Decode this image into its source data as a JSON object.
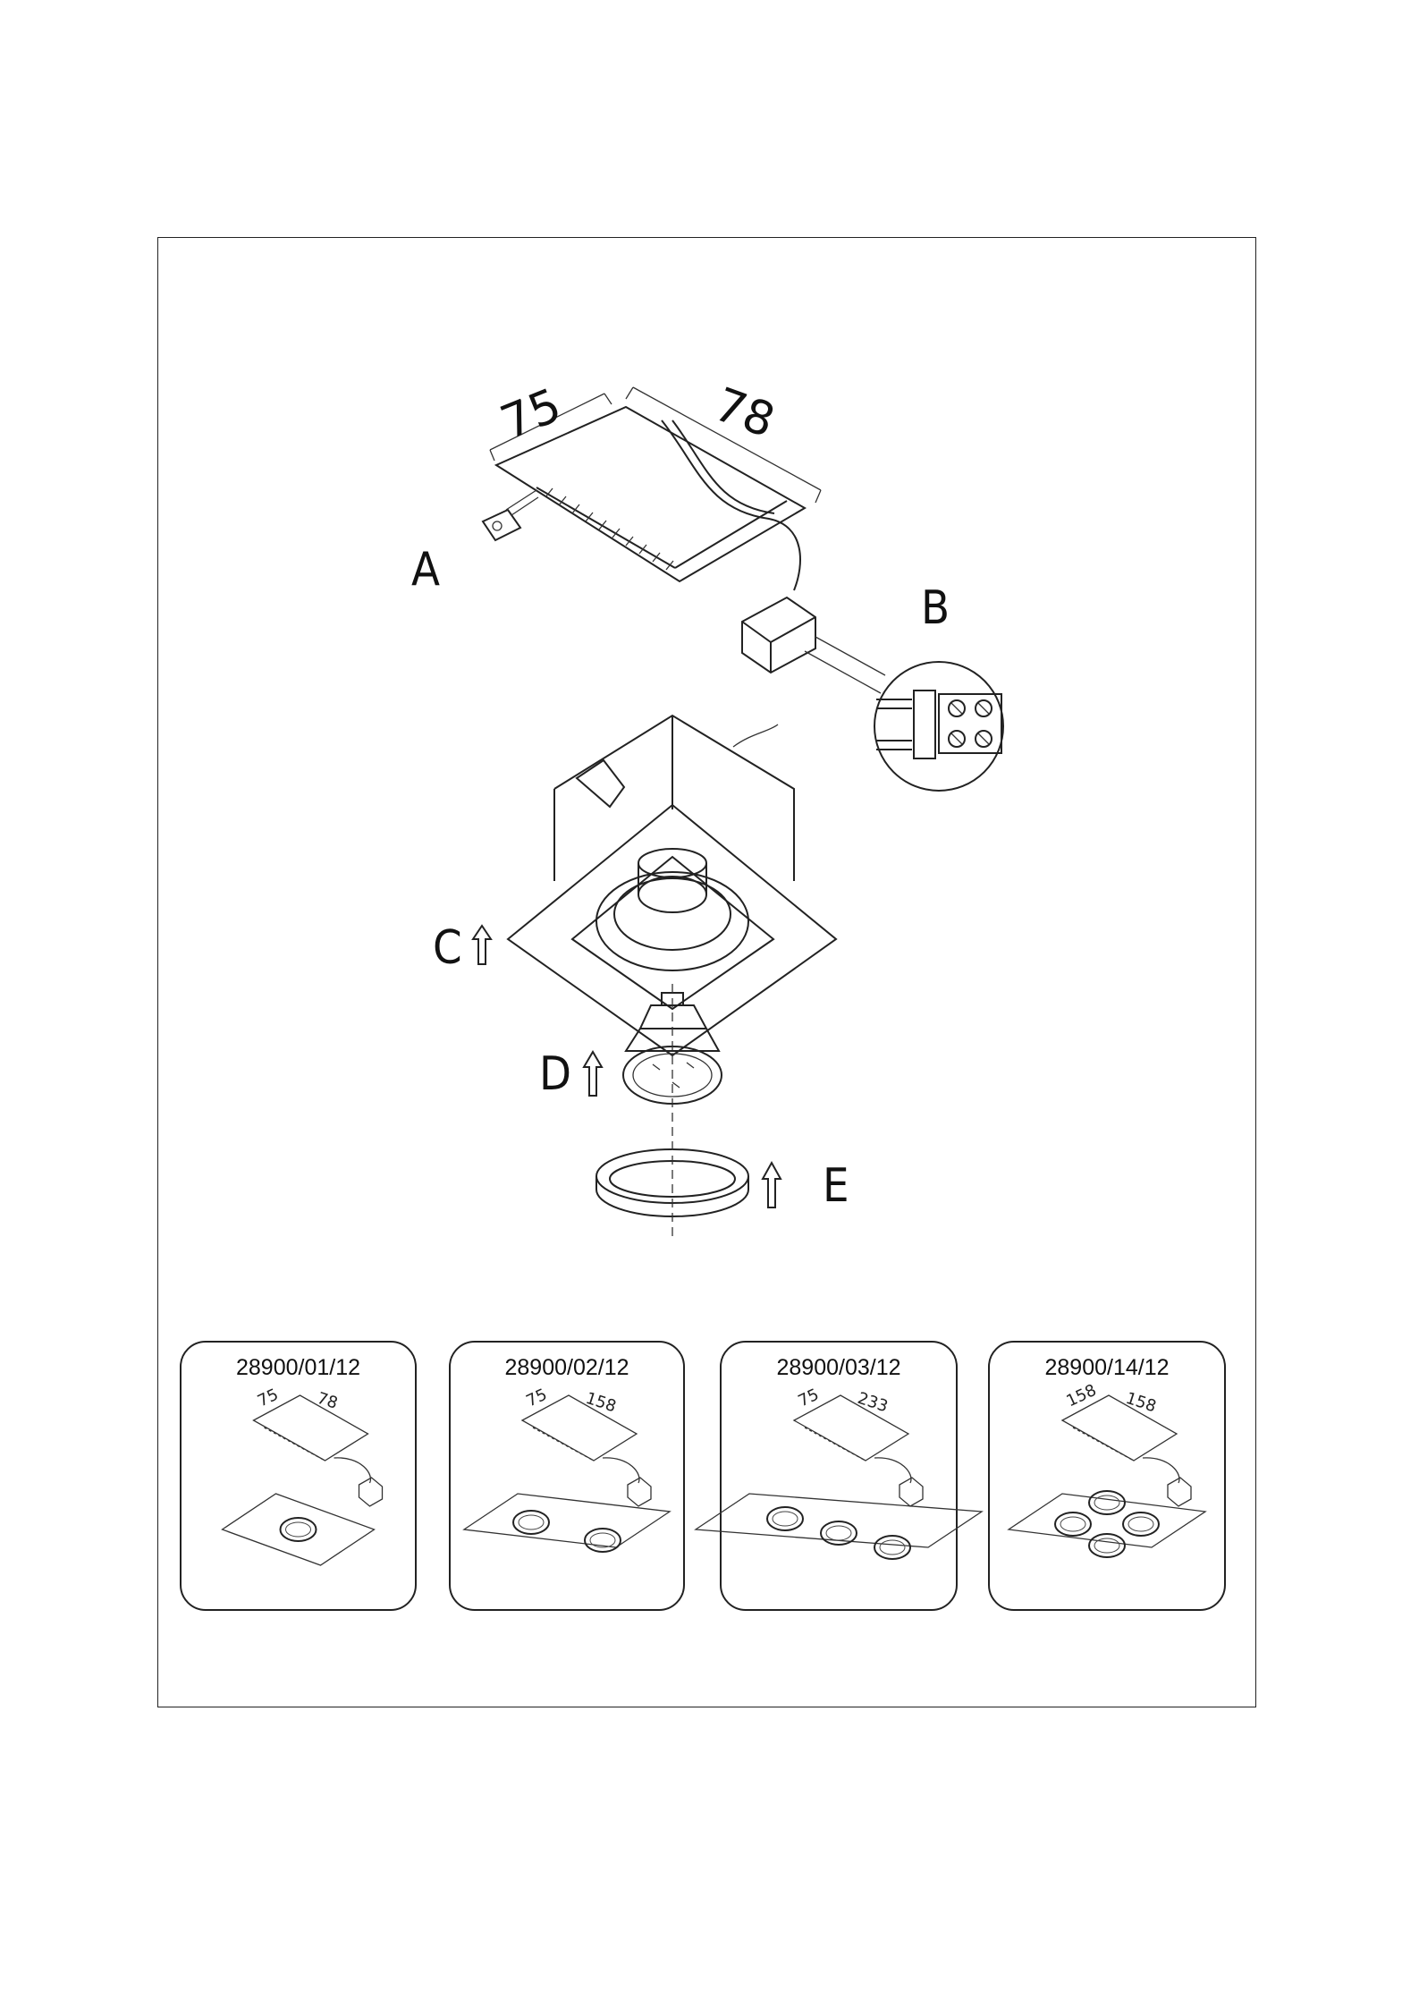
{
  "main_diagram": {
    "dimension_width": "75",
    "dimension_depth": "78",
    "labels": [
      "A",
      "B",
      "C",
      "D",
      "E"
    ]
  },
  "variants": [
    {
      "model": "28900/01/12",
      "dim_a": "75",
      "dim_b": "78",
      "spots": 1
    },
    {
      "model": "28900/02/12",
      "dim_a": "75",
      "dim_b": "158",
      "spots": 2
    },
    {
      "model": "28900/03/12",
      "dim_a": "75",
      "dim_b": "233",
      "spots": 3
    },
    {
      "model": "28900/14/12",
      "dim_a": "158",
      "dim_b": "158",
      "spots": 4
    }
  ]
}
